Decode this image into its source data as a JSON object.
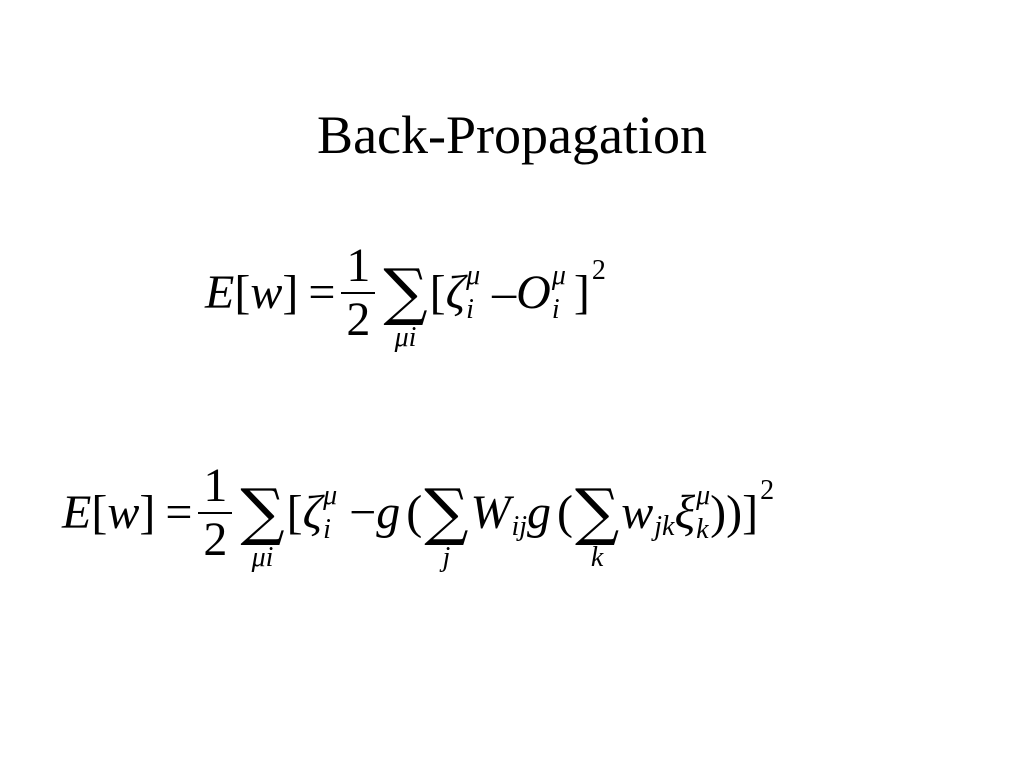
{
  "slide": {
    "title": "Back-Propagation"
  },
  "eq1": {
    "E": "E",
    "lbracket": "[",
    "w": "w",
    "rbracket": "]",
    "equals": "=",
    "frac_num": "1",
    "frac_den": "2",
    "sum_symbol": "∑",
    "sum_limit": "μi",
    "open": "[",
    "zeta": "ζ",
    "zeta_sup": "μ",
    "zeta_sub": "i",
    "minus": "–",
    "O": "O",
    "O_sup": "μ",
    "O_sub": "i",
    "close": "]",
    "power": "2"
  },
  "eq2": {
    "E": "E",
    "lbracket": "[",
    "w": "w",
    "rbracket": "]",
    "equals": "=",
    "frac_num": "1",
    "frac_den": "2",
    "sum1_symbol": "∑",
    "sum1_limit": "μi",
    "open": "[",
    "zeta": "ζ",
    "zeta_sup": "μ",
    "zeta_sub": "i",
    "minus": "−",
    "g1": "g",
    "paren1": "(",
    "sum2_symbol": "∑",
    "sum2_limit": "j",
    "W": "W",
    "W_sub": "ij",
    "g2": "g",
    "paren2": "(",
    "sum3_symbol": "∑",
    "sum3_limit": "k",
    "w_small": "w",
    "w_sub": "jk",
    "xi": "ξ",
    "xi_sup": "μ",
    "xi_sub": "k",
    "closing": "))]",
    "power": "2"
  }
}
